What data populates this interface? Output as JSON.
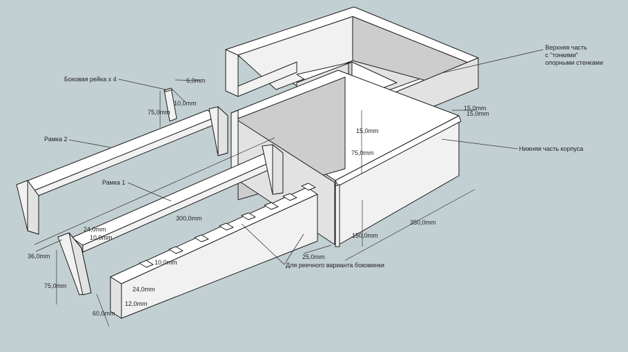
{
  "labels": {
    "side_rail": "Боковая рейка х 4",
    "frame2": "Рамка 2",
    "frame1": "Рамка 1",
    "top_part_line1": "Верхняя часть",
    "top_part_line2": "с \"тонкими\"",
    "top_part_line3": "опорными стенками",
    "bottom_part": "Нижняя часть корпуса",
    "rack_variant": "Для реечного варианта боковинки"
  },
  "dimensions": {
    "d_6": "6,0mm",
    "d_10_rail": "10,0mm",
    "d_75_rail": "75,0mm",
    "d_15_a": "15,0mm",
    "d_15_b": "15,0mm",
    "d_15_c": "15,0mm",
    "d_75_box": "75,0mm",
    "d_300": "300,0mm",
    "d_24_frame": "24,0mm",
    "d_10_frame": "10,0mm",
    "d_36": "36,0mm",
    "d_75_frame": "75,0mm",
    "d_10_rack": "10,0mm",
    "d_24_rack": "24,0mm",
    "d_12": "12,0mm",
    "d_60": "60,0mm",
    "d_25": "25,0mm",
    "d_150": "150,0mm",
    "d_350": "350,0mm"
  }
}
